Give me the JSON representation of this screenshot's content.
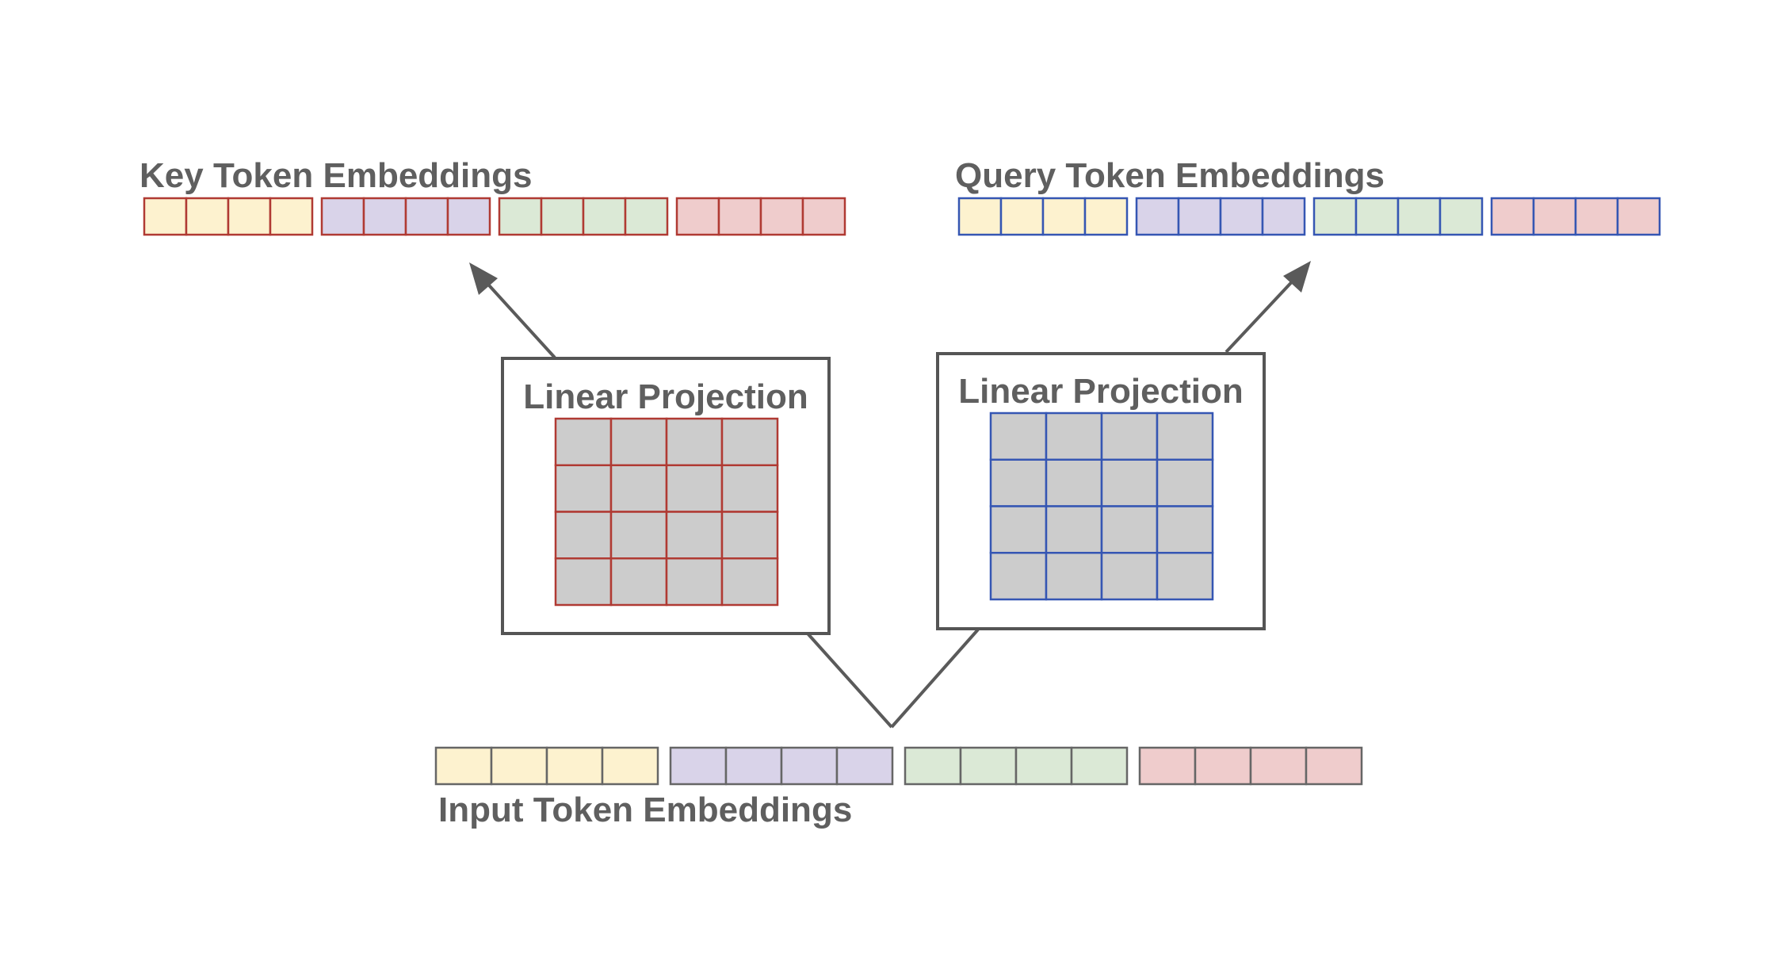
{
  "colors": {
    "yellow": "#fdf2cf",
    "purple": "#d9d3e9",
    "green": "#dbe9d6",
    "pink": "#efcccc",
    "key_border": "#b03a33",
    "query_border": "#3556b3",
    "input_border": "#666666",
    "matrix_fill": "#cccccc",
    "line": "#5a5a5a",
    "label": "#5f5f5f"
  },
  "labels": {
    "key": "Key Token Embeddings",
    "query": "Query Token Embeddings",
    "input": "Input Token Embeddings",
    "key_projection": "Linear Projection",
    "query_projection": "Linear Projection"
  },
  "token_groups": [
    "yellow",
    "purple",
    "green",
    "pink"
  ],
  "cells_per_token": 4,
  "matrix_rows": 4,
  "matrix_cols": 4
}
